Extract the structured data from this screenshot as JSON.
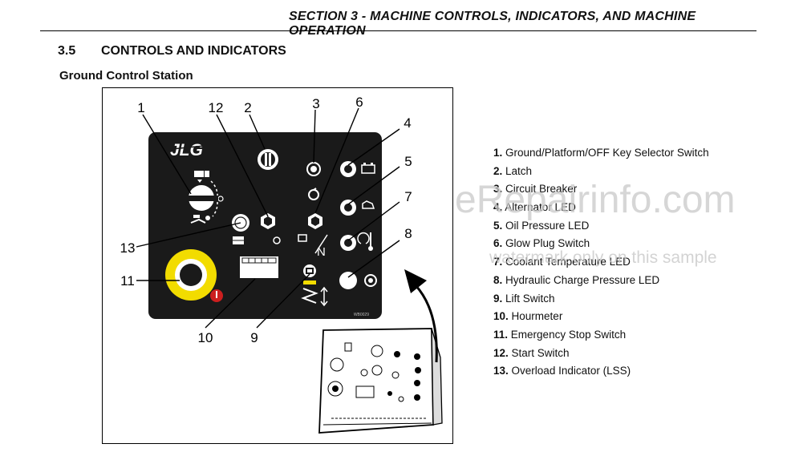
{
  "header": {
    "section_title": "SECTION 3 - MACHINE CONTROLS, INDICATORS, AND MACHINE OPERATION"
  },
  "section": {
    "number": "3.5",
    "title": "CONTROLS AND INDICATORS"
  },
  "subsection": {
    "title": "Ground Control Station"
  },
  "figure": {
    "brand_logo": "JLG",
    "callouts": [
      "1",
      "12",
      "2",
      "3",
      "6",
      "4",
      "5",
      "7",
      "8",
      "13",
      "11",
      "10",
      "9"
    ],
    "part_code": "WB0029",
    "selector_letter": "N"
  },
  "legend": [
    {
      "num": "1.",
      "text": "Ground/Platform/OFF Key Selector Switch"
    },
    {
      "num": "2.",
      "text": "Latch"
    },
    {
      "num": "3.",
      "text": "Circuit Breaker"
    },
    {
      "num": "4.",
      "text": "Alternator LED"
    },
    {
      "num": "5.",
      "text": "Oil Pressure LED"
    },
    {
      "num": "6.",
      "text": "Glow Plug Switch"
    },
    {
      "num": "7.",
      "text": "Coolant Temperature LED"
    },
    {
      "num": "8.",
      "text": "Hydraulic Charge Pressure LED"
    },
    {
      "num": "9.",
      "text": "Lift Switch"
    },
    {
      "num": "10.",
      "text": "Hourmeter"
    },
    {
      "num": "11.",
      "text": "Emergency Stop Switch"
    },
    {
      "num": "12.",
      "text": "Start Switch"
    },
    {
      "num": "13.",
      "text": "Overload Indicator (LSS)"
    }
  ],
  "watermark": {
    "site": "eRepairinfo.com",
    "note": "watermark only on this sample"
  },
  "colors": {
    "panel": "#1a1a1a",
    "estop": "#f2dc00",
    "estop_icon": "#cc1f1f",
    "warning": "#f2dc00"
  }
}
